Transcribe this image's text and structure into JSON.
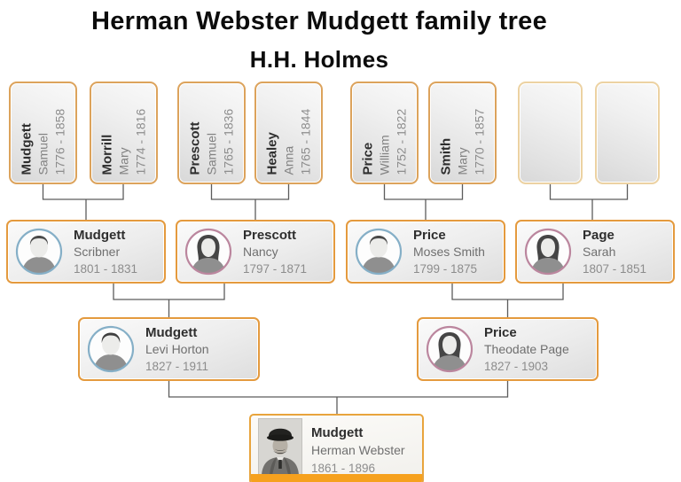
{
  "title": "Herman Webster Mudgett family tree",
  "subtitle": "H.H. Holmes",
  "colors": {
    "card_border_orange": "#e49a3e",
    "card_border_tan": "#dca35c",
    "empty_card_border": "#ecd2a2",
    "selection_bar_orange": "#f6a11e",
    "male_ring_blue": "#85afc7",
    "female_ring_pink": "#bb869e",
    "connector_gray": "#5c5c5c",
    "title_text": "#0c0c0c"
  },
  "tree": {
    "gen1": [
      {
        "surname": "Mudgett",
        "given": "Samuel",
        "dates": "1776 - 1858"
      },
      {
        "surname": "Morrill",
        "given": "Mary",
        "dates": "1774 - 1816"
      },
      {
        "surname": "Prescott",
        "given": "Samuel",
        "dates": "1765 - 1836"
      },
      {
        "surname": "Healey",
        "given": "Anna",
        "dates": "1765 - 1844"
      },
      {
        "surname": "Price",
        "given": "William",
        "dates": "1752 - 1822"
      },
      {
        "surname": "Smith",
        "given": "Mary",
        "dates": "1770 - 1857"
      },
      {
        "surname": "",
        "given": "",
        "dates": ""
      },
      {
        "surname": "",
        "given": "",
        "dates": ""
      }
    ],
    "gen2": [
      {
        "surname": "Mudgett",
        "given": "Scribner",
        "dates": "1801 - 1831",
        "sex": "male"
      },
      {
        "surname": "Prescott",
        "given": "Nancy",
        "dates": "1797 - 1871",
        "sex": "female"
      },
      {
        "surname": "Price",
        "given": "Moses Smith",
        "dates": "1799 - 1875",
        "sex": "male"
      },
      {
        "surname": "Page",
        "given": "Sarah",
        "dates": "1807 - 1851",
        "sex": "female"
      }
    ],
    "gen3": [
      {
        "surname": "Mudgett",
        "given": "Levi Horton",
        "dates": "1827 - 1911",
        "sex": "male"
      },
      {
        "surname": "Price",
        "given": "Theodate Page",
        "dates": "1827 - 1903",
        "sex": "female"
      }
    ],
    "gen4": [
      {
        "surname": "Mudgett",
        "given": "Herman Webster",
        "dates": "1861 - 1896",
        "photo": "portrait-bowler-hat"
      }
    ]
  }
}
